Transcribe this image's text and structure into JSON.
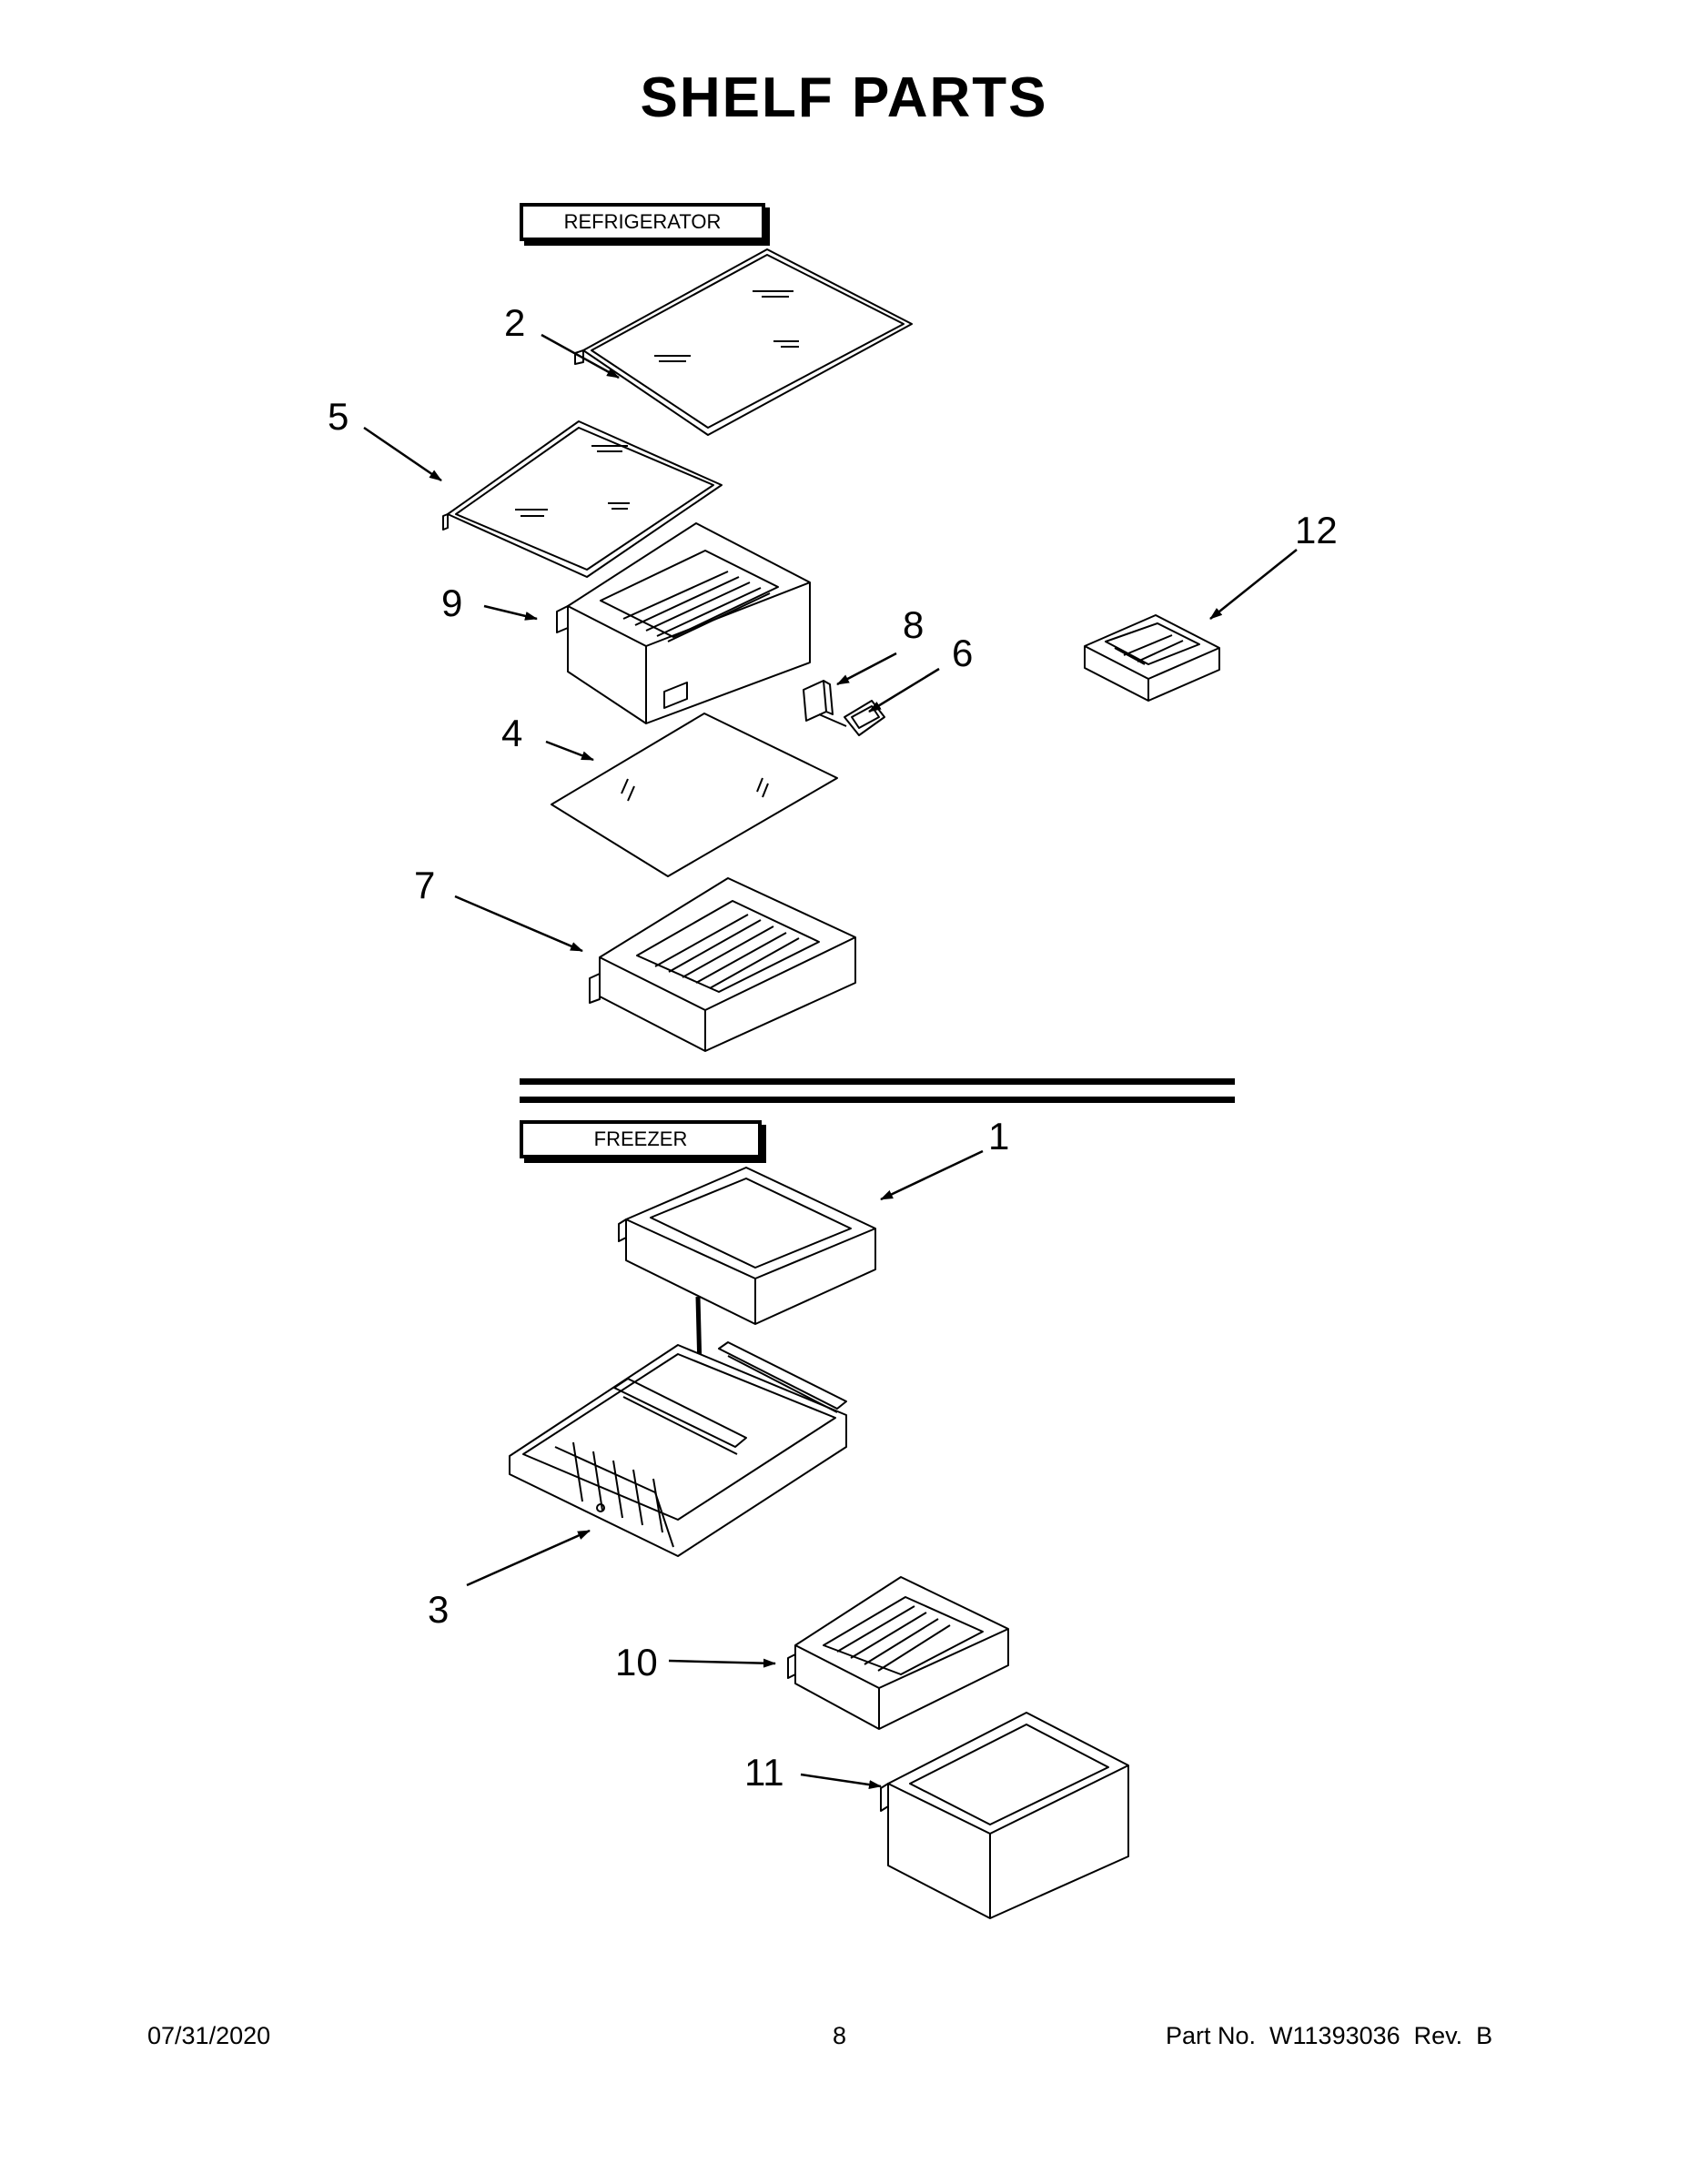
{
  "title": "SHELF PARTS",
  "sections": {
    "refrigerator": "REFRIGERATOR",
    "freezer": "FREEZER"
  },
  "callouts": [
    {
      "id": "1",
      "label": "1"
    },
    {
      "id": "2",
      "label": "2"
    },
    {
      "id": "3",
      "label": "3"
    },
    {
      "id": "4",
      "label": "4"
    },
    {
      "id": "5",
      "label": "5"
    },
    {
      "id": "6",
      "label": "6"
    },
    {
      "id": "7",
      "label": "7"
    },
    {
      "id": "8",
      "label": "8"
    },
    {
      "id": "9",
      "label": "9"
    },
    {
      "id": "10",
      "label": "10"
    },
    {
      "id": "11",
      "label": "11"
    },
    {
      "id": "12",
      "label": "12"
    }
  ],
  "footer": {
    "date": "07/31/2020",
    "page": "8",
    "part_no": "Part No.  W11393036  Rev.  B"
  }
}
